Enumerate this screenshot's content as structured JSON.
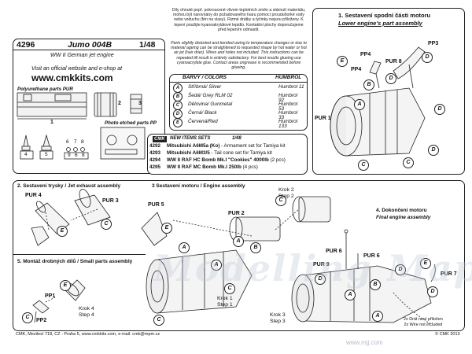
{
  "header": {
    "code": "4296",
    "product": "Jumo 004B",
    "scale": "1/48",
    "subtitle": "WW II German jet engine",
    "visit_text": "Visit an official website and e-shop at",
    "website": "www.cmkkits.com"
  },
  "parts": {
    "pur_title": "Polyurethane parts PUR",
    "pur_part_numbers": [
      "1",
      "2",
      "3"
    ],
    "pp_title": "Photo etched parts PP",
    "pp_part_numbers": [
      "4",
      "5",
      "6",
      "7",
      "8",
      "9",
      "6",
      "8",
      "6"
    ]
  },
  "notes": {
    "czech": "Díly ohnuté popř. pokroucené vlivem teplotních změn a stárnutí materiálu, mohou být narovnány do požadovaného tvaru pomocí prouduhorké vody nebo vzduchu (fén na vlasy). Rizmé drátky a tyčinky nejsou přiloženy. K lepení použijte kyanoakrylátové lepidlo. Kontaktní plochy doporučujeme před lepením odmastit.",
    "english": "Parts slightly distorted and bended owing to temperature changes or due to material ageing can be straightened to requested shape by hot water or hot air jet (hair drier). Wires and holes not included. This instructions can be repeated till result is entirely satisfactory. For best results glueing use cyanoacrylate glue. Contact areas ungrease is recommended before glueing."
  },
  "colors_table": {
    "header_left": "BARVY / COLORS",
    "header_right": "HUMBROL",
    "rows": [
      {
        "letter": "A",
        "name": "Stříbrná/ Silver",
        "humbrol": "Humbrol  11"
      },
      {
        "letter": "B",
        "name": "Šedá/ Grey RLM 02",
        "humbrol": "Humbrol  92"
      },
      {
        "letter": "C",
        "name": "Dělovina/ Gunmetal",
        "humbrol": "Humbrol  53"
      },
      {
        "letter": "D",
        "name": "Černá/ Black",
        "humbrol": "Humbrol  33"
      },
      {
        "letter": "E",
        "name": "Červená/Red",
        "humbrol": "Humbrol 133"
      }
    ]
  },
  "new_items": {
    "title": "NEW ITEMS SETS",
    "scale": "1/48",
    "items": [
      {
        "code": "4292",
        "bold": "Mitsubishi A6M5a (Ko)",
        "rest": " - Armament set for Tamiya kit"
      },
      {
        "code": "4293",
        "bold": "Mitsubishi A6M3/5",
        "rest": " - Tail cone set for Tamiya kit"
      },
      {
        "code": "4294",
        "bold": "WW II RAF HC Bomb Mk.I \"Cookies\" 4000lb",
        "rest": " (2 pcs)"
      },
      {
        "code": "4295",
        "bold": "WW II RAF MC Bomb Mk.I 250lb",
        "rest": " (4 pcs)"
      }
    ]
  },
  "section1": {
    "title_cz": "1. Sestavení spodní části motoru",
    "title_en": "Lower engine's part assembly",
    "labels": [
      "PP3",
      "PP4",
      "PP4",
      "PUR 8",
      "PUR 1"
    ],
    "letters": [
      "E",
      "D",
      "D",
      "B",
      "A",
      "D",
      "C",
      "D",
      "C"
    ]
  },
  "section2": {
    "title": "2. Sestavení trysky / Jet exhaust assembly",
    "labels": [
      "PUR 4",
      "PUR 3"
    ],
    "letters": [
      "C",
      "E"
    ]
  },
  "section3": {
    "title": "3 Sestavení motoru / Engine assembly",
    "labels": [
      "PUR 5",
      "PUR 2"
    ],
    "letters": [
      "E",
      "A",
      "B",
      "C",
      "C",
      "A",
      "A",
      "C"
    ],
    "step1": "Krok 1\nStep 1",
    "step2": "Krok 2\nStep 2"
  },
  "section4": {
    "title_cz": "4. Dokončení motoru",
    "title_en": "Final engine assembly",
    "labels": [
      "PUR 6",
      "PUR 6",
      "PUR 9",
      "PUR 7"
    ],
    "letters": [
      "E",
      "D",
      "D",
      "B",
      "D",
      "A",
      "A"
    ],
    "step3": "Krok 3\nStep 3",
    "wire_note": "2x Drát není přiložen\n2x Wire not included"
  },
  "section5": {
    "title": "5. Montáž drobných dílů / Small parts assembly",
    "labels": [
      "PP1",
      "PP2"
    ],
    "letters": [
      "E",
      "C"
    ],
    "step4": "Krok 4\nStep 4"
  },
  "footer": {
    "left": "CMK, Mezilesí 718, CZ - Praha 5,  www.cmkkits.com, e-mail: cmk@mpm.cz",
    "right": "© CMK 2013"
  },
  "watermark": {
    "text": "Modelling Maps",
    "url": "www.mjj.com"
  }
}
